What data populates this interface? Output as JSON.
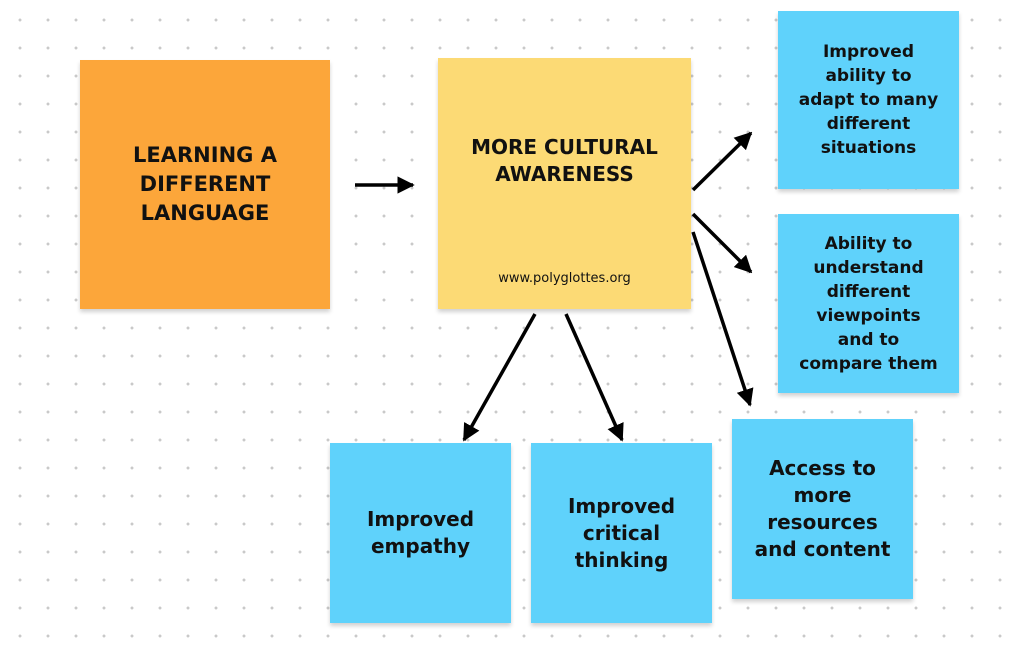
{
  "colors": {
    "orange": "#fca63a",
    "yellow": "#fcda75",
    "blue": "#5fd2fb",
    "arrow": "#000000"
  },
  "notes": {
    "source": {
      "label": "LEARNING A\nDIFFERENT\nLANGUAGE"
    },
    "center": {
      "label": "MORE CULTURAL\nAWARENESS",
      "url": "www.polyglottes.org"
    },
    "adapt": {
      "label": "Improved\nability to\nadapt to many\ndifferent\nsituations"
    },
    "viewpoints": {
      "label": "Ability to\nunderstand\ndifferent\nviewpoints\nand to\ncompare them"
    },
    "resources": {
      "label": "Access to\nmore\nresources\nand content"
    },
    "empathy": {
      "label": "Improved\nempathy"
    },
    "thinking": {
      "label": "Improved\ncritical\nthinking"
    }
  }
}
